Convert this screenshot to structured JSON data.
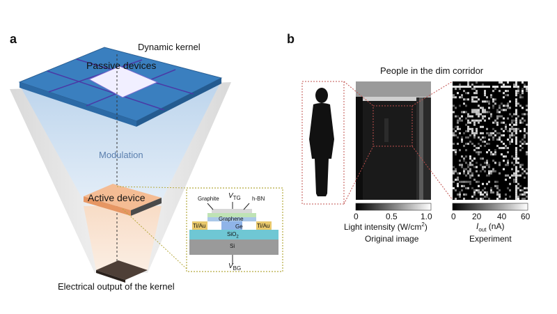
{
  "panel_a": {
    "letter": "a",
    "title": "Dynamic kernel",
    "passive_label": "Passive devices",
    "modulation_label": "Modulation",
    "active_label": "Active device",
    "output_label": "Electrical output of the kernel",
    "inset": {
      "graphite": "Graphite",
      "vtg_main": "V",
      "vtg_sub": "TG",
      "hbn": "h-BN",
      "graphene": "Graphene",
      "tiau_left": "Ti/Au",
      "ge": "Ge",
      "tiau_right": "Ti/Au",
      "sio2_main": "SiO",
      "sio2_sub": "2",
      "si": "Si",
      "vbg_main": "V",
      "vbg_sub": "BG"
    }
  },
  "panel_b": {
    "letter": "b",
    "title": "People in the dim corridor",
    "original": {
      "colorbar_ticks": [
        "0",
        "0.5",
        "1.0"
      ],
      "colorbar_label_main": "Light intensity (W/cm",
      "colorbar_label_sup": "2",
      "colorbar_label_end": ")",
      "caption": "Original image"
    },
    "experiment": {
      "colorbar_ticks": [
        "0",
        "20",
        "40",
        "60"
      ],
      "colorbar_label_main": "I",
      "colorbar_label_sub": "out",
      "colorbar_label_end": " (nA)",
      "caption": "Experiment"
    }
  },
  "colors": {
    "kernel_blue": "#3a7fbf",
    "modulation_fill": "#c9dcef",
    "active_orange": "#f2b48a",
    "dotted_red": "#c0504d",
    "dotted_olive": "#b5a93c"
  }
}
